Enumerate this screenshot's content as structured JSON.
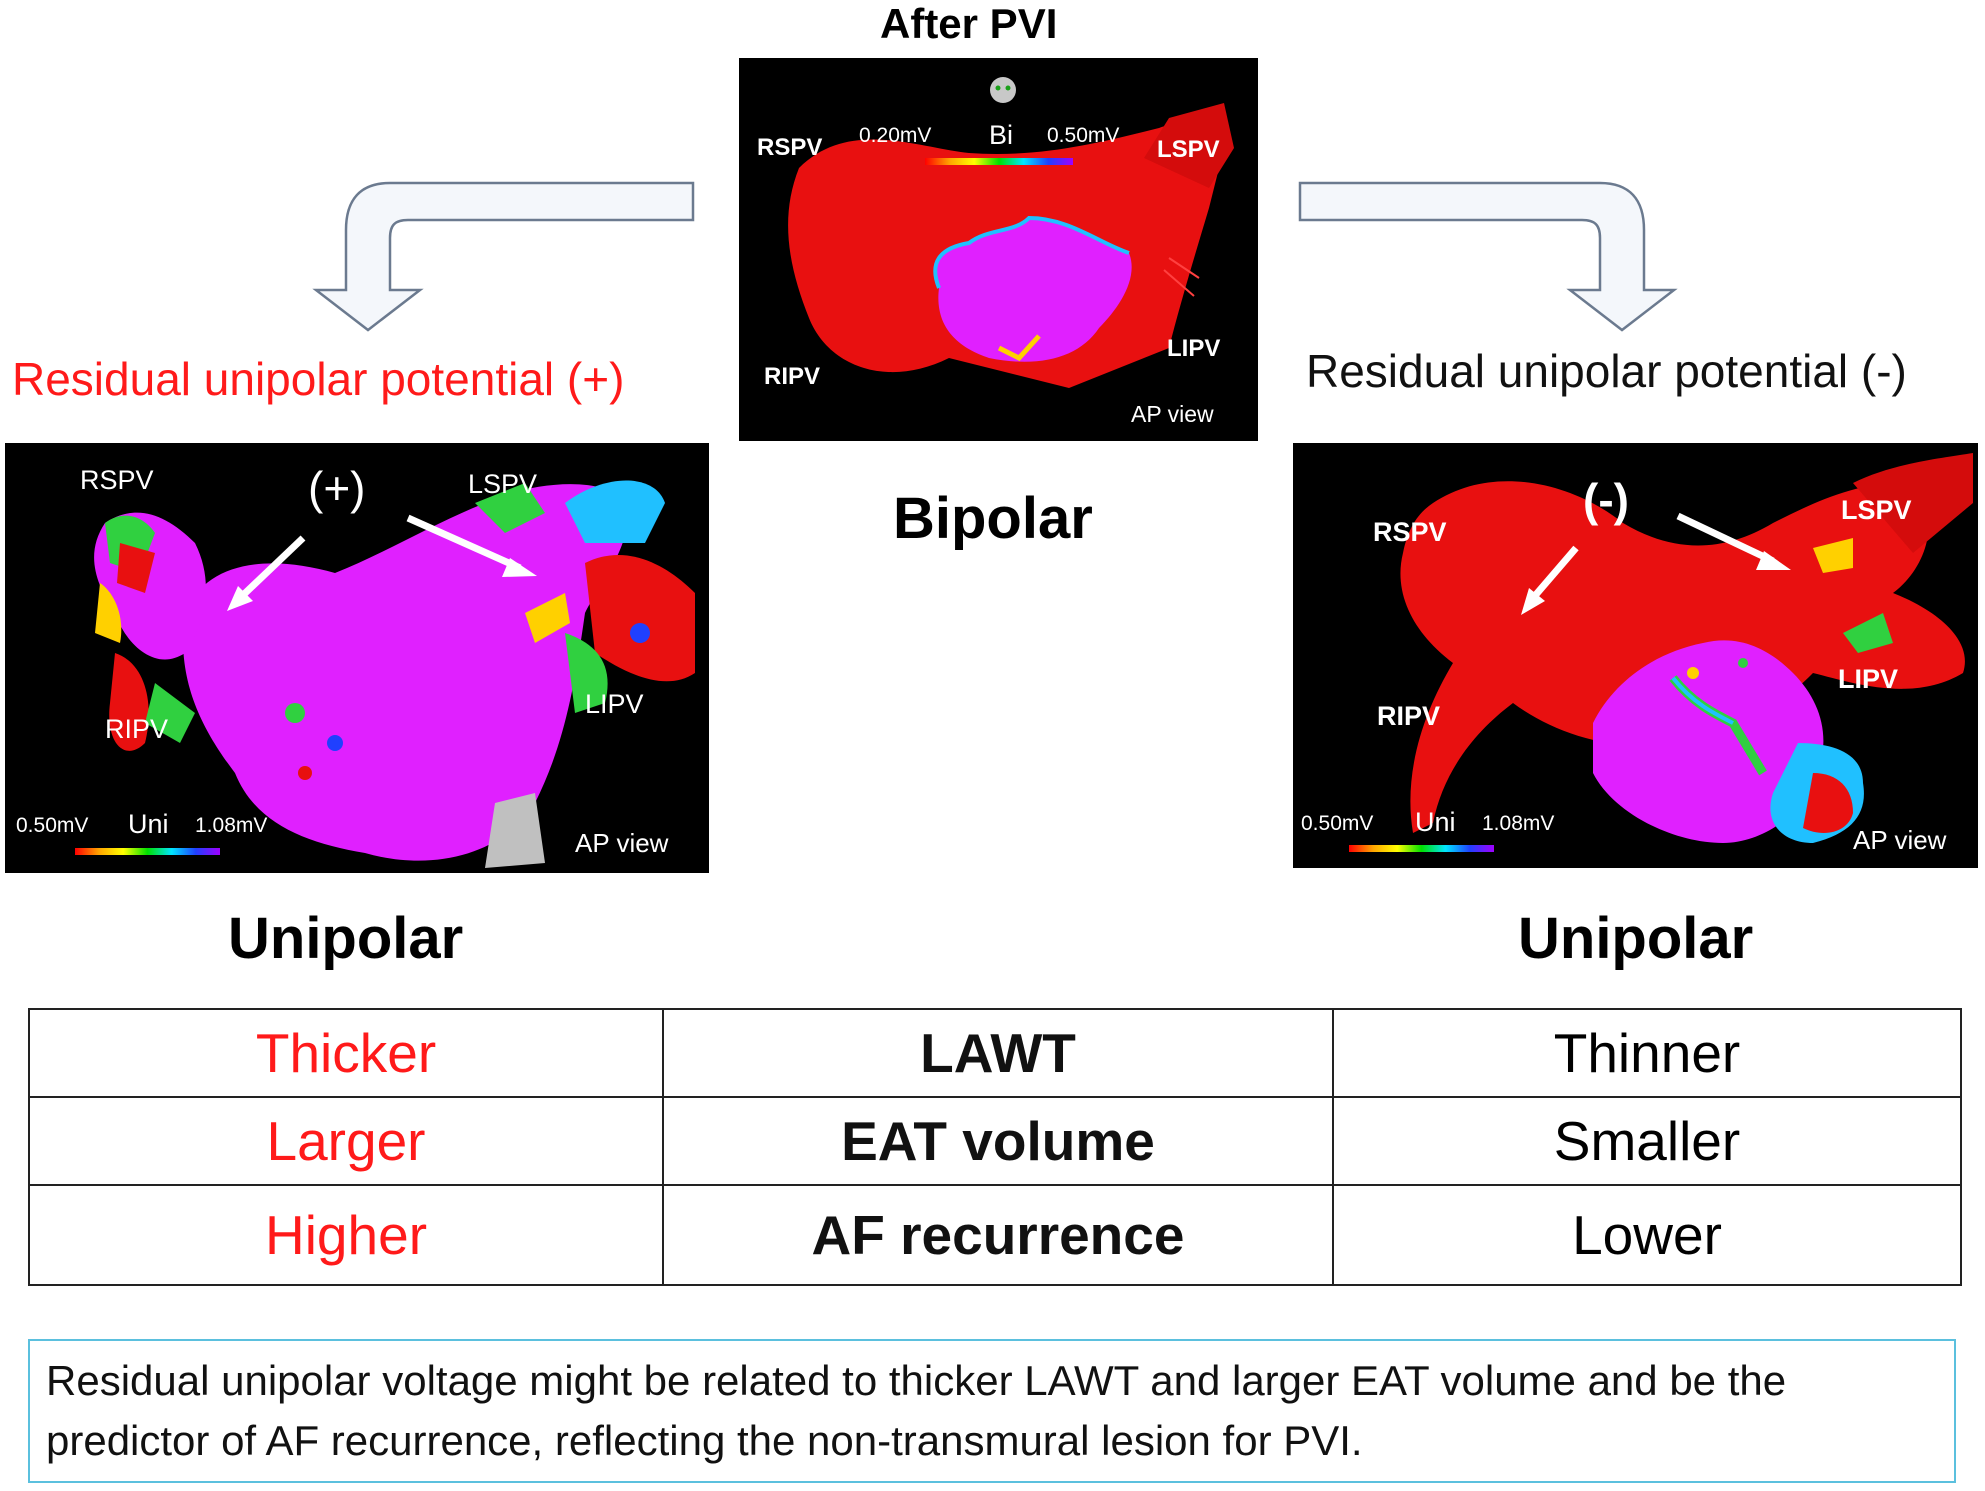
{
  "top": {
    "title": "After PVI",
    "map": {
      "scale_min": "0.20mV",
      "scale_mode": "Bi",
      "scale_max": "0.50mV",
      "labels": {
        "rspv": "RSPV",
        "lspv": "LSPV",
        "ripv": "RIPV",
        "lipv": "LIPV"
      },
      "view": "AP view"
    },
    "caption": "Bipolar"
  },
  "left": {
    "heading": "Residual unipolar potential (+)",
    "map": {
      "marker": "(+)",
      "labels": {
        "rspv": "RSPV",
        "lspv": "LSPV",
        "ripv": "RIPV",
        "lipv": "LIPV"
      },
      "scale_min": "0.50mV",
      "scale_mode": "Uni",
      "scale_max": "1.08mV",
      "view": "AP view"
    },
    "caption": "Unipolar"
  },
  "right": {
    "heading": "Residual unipolar potential (-)",
    "map": {
      "marker": "(-)",
      "labels": {
        "rspv": "RSPV",
        "lspv": "LSPV",
        "ripv": "RIPV",
        "lipv": "LIPV"
      },
      "scale_min": "0.50mV",
      "scale_mode": "Uni",
      "scale_max": "1.08mV",
      "view": "AP view"
    },
    "caption": "Unipolar"
  },
  "table": {
    "rows": [
      {
        "left": "Thicker",
        "middle": "LAWT",
        "right": "Thinner"
      },
      {
        "left": "Larger",
        "middle": "EAT volume",
        "right": "Smaller"
      },
      {
        "left": "Higher",
        "middle": "AF recurrence",
        "right": "Lower"
      }
    ]
  },
  "conclusion": "Residual unipolar voltage might be related to thicker LAWT and larger EAT volume and be the predictor of AF recurrence, reflecting the non-transmural lesion for PVI.",
  "colors": {
    "positive": "#ff1a1a",
    "note_border": "#5bc0de",
    "map_red": "#e81010",
    "map_magenta": "#e020ff"
  }
}
